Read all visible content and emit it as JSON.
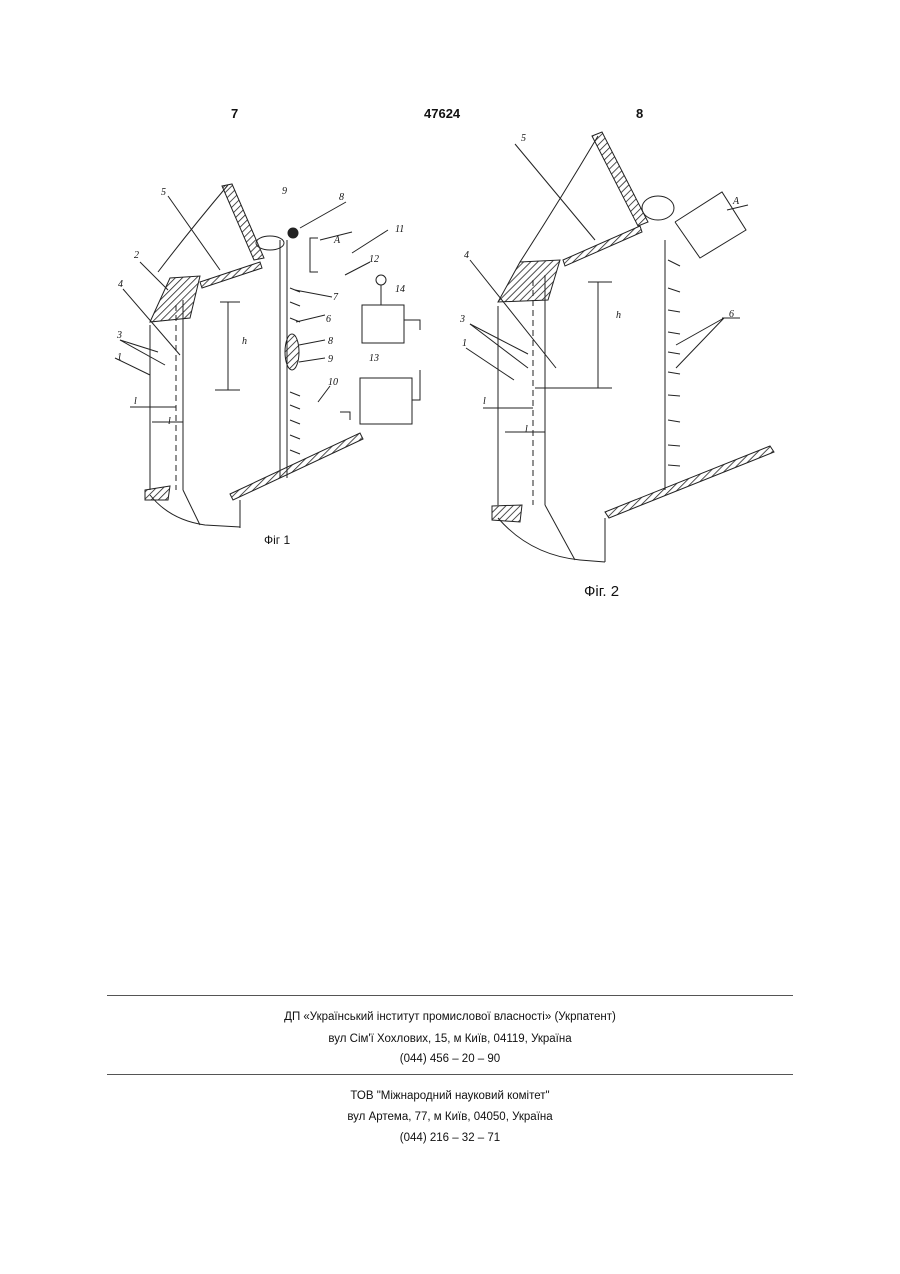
{
  "header": {
    "page_left": "7",
    "doc_number": "47624",
    "page_right": "8"
  },
  "figures": {
    "fig1": {
      "caption": "Фіг 1",
      "labels": [
        "1",
        "2",
        "3",
        "4",
        "5",
        "6",
        "7",
        "8",
        "8",
        "9",
        "9",
        "10",
        "11",
        "12",
        "13",
        "14",
        "A",
        "h",
        "l",
        "l"
      ]
    },
    "fig2": {
      "caption": "Фіг. 2",
      "labels": [
        "1",
        "3",
        "4",
        "5",
        "6",
        "A",
        "h",
        "l",
        "l"
      ]
    }
  },
  "footer": {
    "block1": {
      "line1": "ДП «Український інститут промислової власності» (Укрпатент)",
      "line2": "вул  Сім'ї Хохлових, 15, м  Київ, 04119, Україна",
      "line3": "(044) 456 – 20 –  90"
    },
    "block2": {
      "line1": "ТОВ \"Міжнародний науковий комітет\"",
      "line2": "вул  Артема, 77, м  Київ, 04050, Україна",
      "line3": "(044) 216 – 32 – 71"
    }
  }
}
